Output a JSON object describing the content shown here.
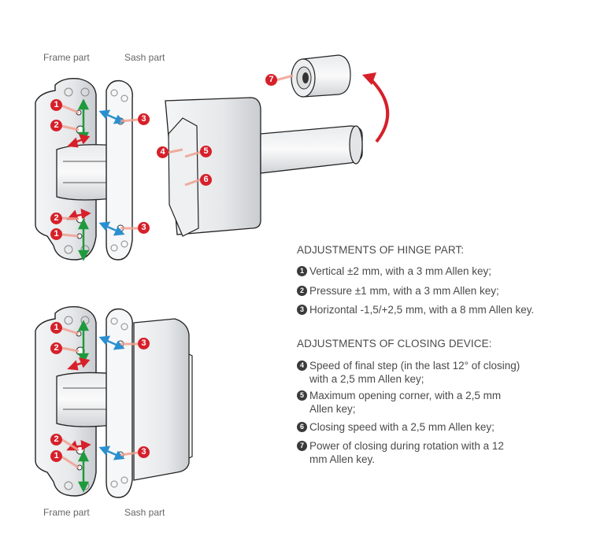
{
  "diagram": {
    "top_hinge": {
      "frame_label": "Frame part",
      "sash_label": "Sash part",
      "callouts": [
        "1",
        "2",
        "3",
        "4",
        "5",
        "6",
        "7",
        "2",
        "1",
        "3"
      ]
    },
    "bottom_hinge": {
      "frame_label": "Frame part",
      "sash_label": "Sash part",
      "callouts": [
        "1",
        "2",
        "3",
        "2",
        "1",
        "3"
      ]
    },
    "colors": {
      "callout": "#d6202a",
      "vertical_arrow": "#1e9a3c",
      "pressure_arrow": "#d6202a",
      "horizontal_arrow": "#2a8fd0",
      "rotation_arrow": "#d6202a"
    }
  },
  "hinge_section": {
    "heading": "ADJUSTMENTS OF HINGE PART:",
    "items": [
      {
        "num": "1",
        "text": "Vertical ±2 mm, with a 3 mm Allen key;"
      },
      {
        "num": "2",
        "text": "Pressure ±1 mm, with a 3 mm Allen key;"
      },
      {
        "num": "3",
        "text": "Horizontal -1,5/+2,5 mm, with a 8 mm Allen key."
      }
    ]
  },
  "closing_section": {
    "heading": "ADJUSTMENTS OF CLOSING DEVICE:",
    "items": [
      {
        "num": "4",
        "text": "Speed of final step (in the last 12° of closing) with a 2,5 mm Allen key;"
      },
      {
        "num": "5",
        "text": "Maximum opening corner, with a 2,5 mm Allen key;"
      },
      {
        "num": "6",
        "text": "Closing speed with a 2,5 mm Allen key;"
      },
      {
        "num": "7",
        "text": "Power of closing during rotation with a 12 mm Allen key."
      }
    ]
  }
}
